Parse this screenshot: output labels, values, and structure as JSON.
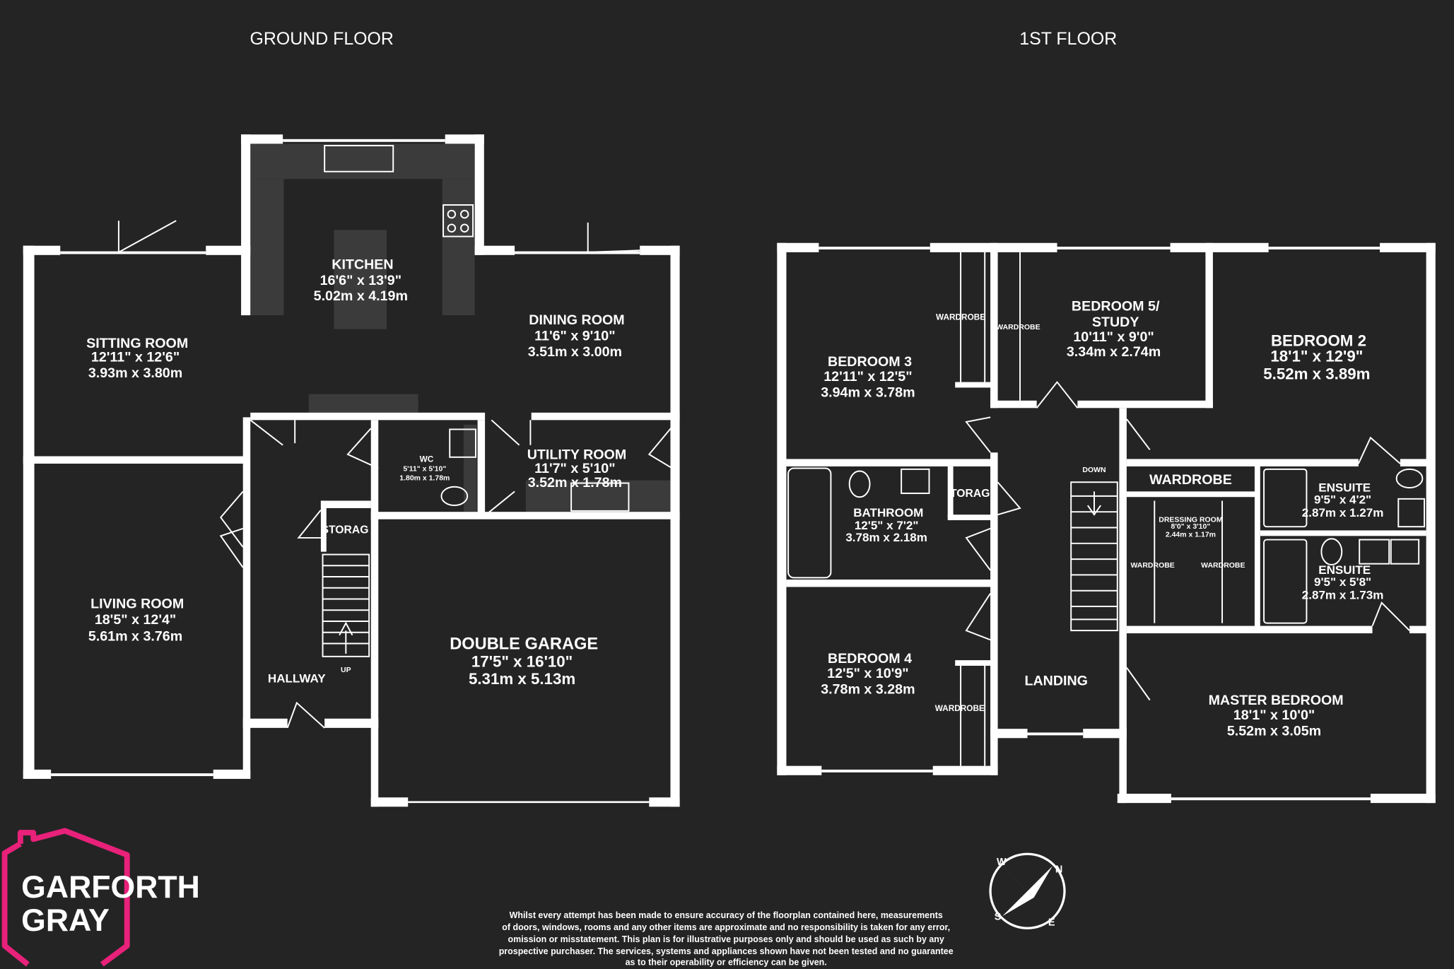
{
  "floors": {
    "ground": "GROUND FLOOR",
    "first": "1ST FLOOR"
  },
  "rooms": {
    "kitchen": {
      "name": "KITCHEN",
      "imp": "16'6\"  x 13'9\"",
      "met": "5.02m  x 4.19m"
    },
    "sitting": {
      "name": "SITTING ROOM",
      "imp": "12'11\"  x 12'6\"",
      "met": "3.93m  x 3.80m"
    },
    "dining": {
      "name": "DINING ROOM",
      "imp": "11'6\"  x 9'10\"",
      "met": "3.51m  x 3.00m"
    },
    "wc": {
      "name": "WC",
      "imp": "5'11\"  x 5'10\"",
      "met": "1.80m  x 1.78m"
    },
    "utility": {
      "name": "UTILITY ROOM",
      "imp": "11'7\"  x 5'10\"",
      "met": "3.52m  x 1.78m"
    },
    "living": {
      "name": "LIVING ROOM",
      "imp": "18'5\"  x 12'4\"",
      "met": "5.61m  x 3.76m"
    },
    "storage_g": {
      "name": "STORAG"
    },
    "hallway": {
      "name": "HALLWAY"
    },
    "up": {
      "name": "UP"
    },
    "garage": {
      "name": "DOUBLE GARAGE",
      "imp": "17'5\"  x 16'10\"",
      "met": "5.31m  x 5.13m"
    },
    "bed3": {
      "name": "BEDROOM 3",
      "imp": "12'11\"  x 12'5\"",
      "met": "3.94m  x 3.78m"
    },
    "bed5": {
      "name": "BEDROOM 5/",
      "name2": "STUDY",
      "imp": "10'11\"  x 9'0\"",
      "met": "3.34m  x 2.74m"
    },
    "bed2": {
      "name": "BEDROOM 2",
      "imp": "18'1\"  x 12'9\"",
      "met": "5.52m  x 3.89m"
    },
    "bathroom": {
      "name": "BATHROOM",
      "imp": "12'5\"  x 7'2\"",
      "met": "3.78m  x 2.18m"
    },
    "storage_f": {
      "name": "TORAGE"
    },
    "down": {
      "name": "DOWN"
    },
    "wardrobe_big": {
      "name": "WARDROBE"
    },
    "dressing": {
      "name": "DRESSING ROOM",
      "imp": "8'0\"  x 3'10\"",
      "met": "2.44m  x 1.17m"
    },
    "ensuite1": {
      "name": "ENSUITE",
      "imp": "9'5\"  x 4'2\"",
      "met": "2.87m  x 1.27m"
    },
    "ensuite2": {
      "name": "ENSUITE",
      "imp": "9'5\"  x 5'8\"",
      "met": "2.87m  x 1.73m"
    },
    "bed4": {
      "name": "BEDROOM 4",
      "imp": "12'5\"  x 10'9\"",
      "met": "3.78m  x 3.28m"
    },
    "landing": {
      "name": "LANDING"
    },
    "master": {
      "name": "MASTER BEDROOM",
      "imp": "18'1\"  x 10'0\"",
      "met": "5.52m  x 3.05m"
    },
    "wardrobe": "WARDROBE"
  },
  "compass": {
    "n": "N",
    "e": "E",
    "s": "S",
    "w": "W"
  },
  "logo": {
    "line1": "GARFORTH",
    "line2": "GRAY",
    "color": "#e8217a"
  },
  "disclaimer": [
    "Whilst every attempt has been made to ensure accuracy of the floorplan contained here, measurements",
    "of doors, windows, rooms and any other items are approximate and no responsibility is taken for any error,",
    "omission or misstatement. This plan is for illustrative purposes only and should be used as such by any",
    "prospective purchaser. The services, systems and appliances shown have not been tested and no guarantee",
    "as to their operability or efficiency can be given."
  ],
  "colors": {
    "background": "#242424",
    "walls": "#ffffff",
    "cabinets": "#3b3b3b"
  }
}
